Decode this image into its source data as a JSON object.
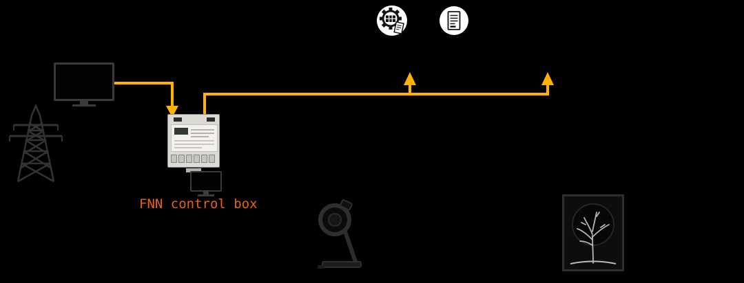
{
  "labels": {
    "control_box": "FNN control box"
  },
  "colors": {
    "background": "#000000",
    "connector": "#FFB300",
    "label-text": "#E8601A",
    "icon-circle": "#FFFFFF"
  },
  "icons": {
    "transmission_tower": "lattice power transmission tower silhouette",
    "monitor": "desktop monitor connected to control box",
    "fnn_control_box": "gray DIN-rail smart meter / control device photo",
    "small_monitor": "small display under control box",
    "solar_gear": "gear containing solar panel with small document, in white circle",
    "report_document": "document with text lines, in white circle",
    "desk_lamp": "desk lamp silhouette",
    "framed_tree": "framed tree print with white branch veins"
  },
  "connectors": {
    "color": "#FFB300",
    "arrow_directions": [
      "down into control box",
      "up at center",
      "up at right"
    ]
  }
}
